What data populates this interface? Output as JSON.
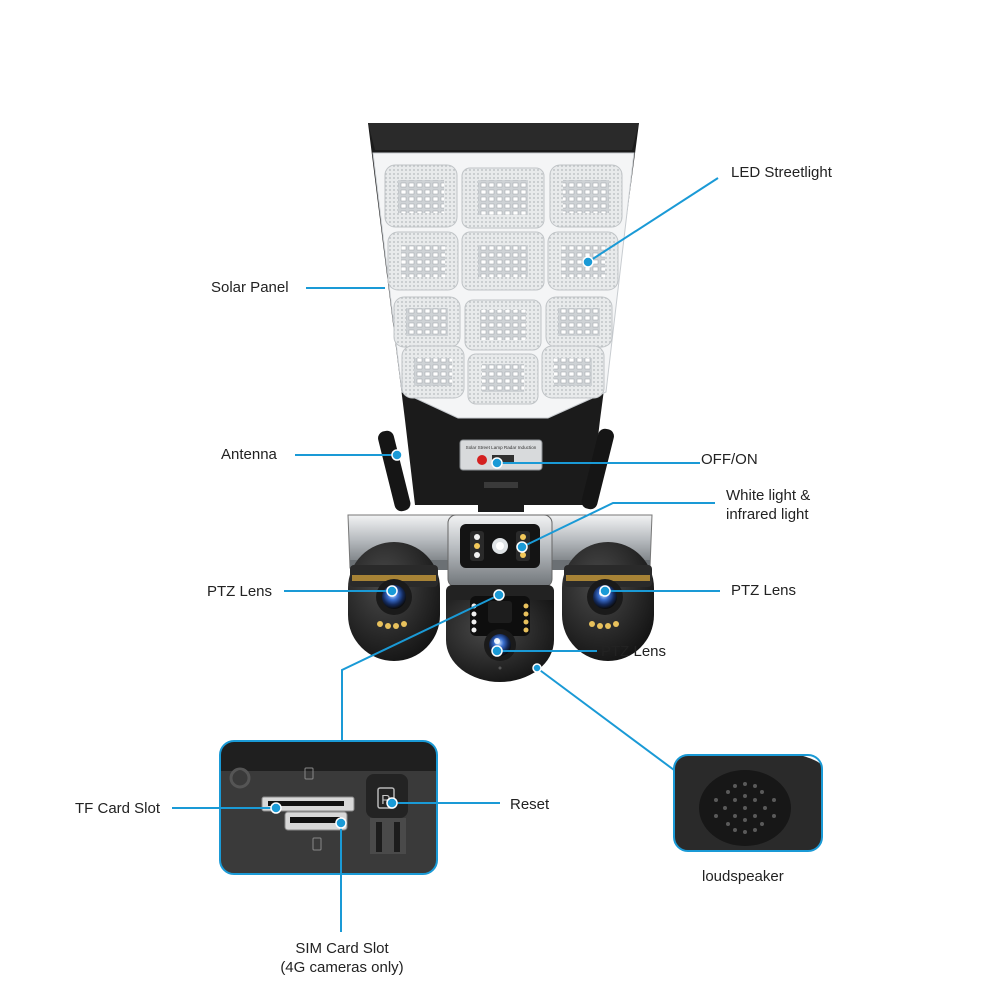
{
  "labels": {
    "led_streetlight": "LED Streetlight",
    "solar_panel": "Solar Panel",
    "antenna": "Antenna",
    "off_on": "OFF/ON",
    "white_infrared_line1": "White light &",
    "white_infrared_line2": "infrared light",
    "ptz_left": "PTZ Lens",
    "ptz_right": "PTZ Lens",
    "ptz_bottom": "PTZ Lens",
    "tf_card_slot": "TF Card Slot",
    "reset": "Reset",
    "sim_card_slot_line1": "SIM Card Slot",
    "sim_card_slot_line2": "(4G cameras only)",
    "loudspeaker": "loudspeaker"
  },
  "switch_plate": {
    "title": "Solar Street Lamp Radar Induction"
  },
  "colors": {
    "leader_line": "#1a9ad6",
    "panel_border": "#1a9ad6",
    "housing": "#1c1c1c",
    "trim": "#b8bcc0"
  }
}
